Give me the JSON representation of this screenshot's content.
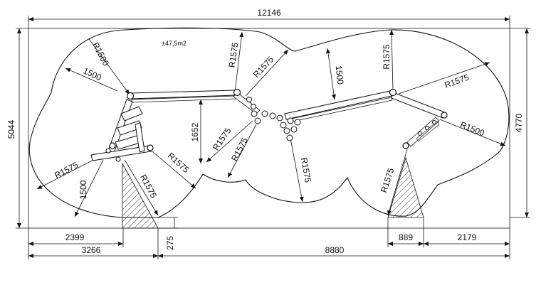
{
  "dimensions": {
    "overall_width": "12146",
    "overall_height_left": "5044",
    "overall_height_right": "4770",
    "left_offset_2399": "2399",
    "left_offset_3266": "3266",
    "gap_275": "275",
    "length_8880": "8880",
    "right_889": "889",
    "right_2179": "2179",
    "mid_1652": "1652"
  },
  "radii": {
    "r_top_left": "R1500",
    "r_left_top_1500": "1500",
    "r_left_bottom": "R1575",
    "r_left_vertical_1500": "1500",
    "r_left_lower_1575": "R1575",
    "r_center_left_1575": "R1575",
    "r_top_center": "R1575",
    "r_top_center_b": "R1575",
    "r_center_1575a": "R1575",
    "r_center_1575b": "R1575",
    "r_center_1500": "1500",
    "r_center_bottom": "R1575",
    "r_top_right": "R1575",
    "r_right_1575": "R1575",
    "r_right_1500": "R1500",
    "r_right_bottom": "R1575"
  },
  "area": "±47,5m2",
  "colors": {
    "line": "#111111",
    "background": "#ffffff"
  }
}
